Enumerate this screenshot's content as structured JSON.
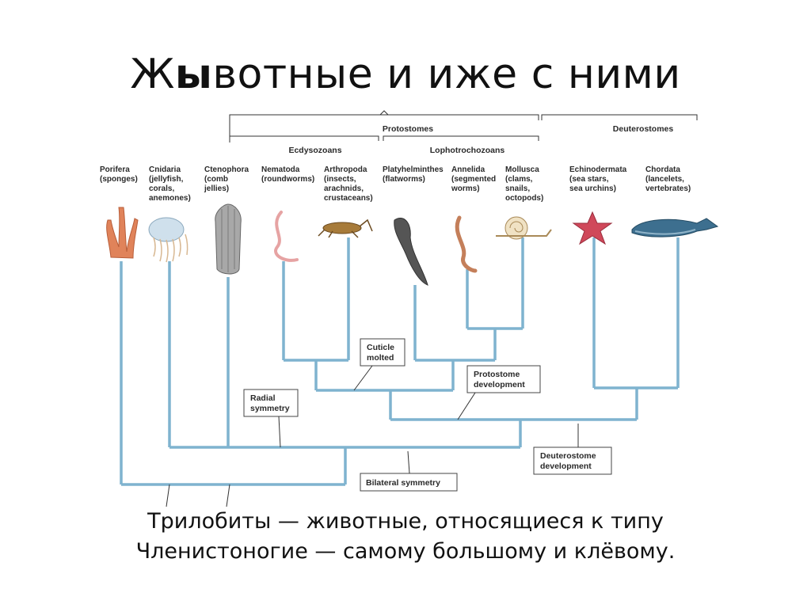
{
  "title": {
    "part1": "Ж",
    "part2": "ы",
    "part3": "вотные и иже с ними"
  },
  "caption": {
    "line1": "Трилобиты — животные, относящиеся к типу",
    "line2": "Членистоногие — самому большому и клёвому."
  },
  "groups": {
    "protostomes": "Protostomes",
    "deuterostomes": "Deuterostomes",
    "ecdysozoans": "Ecdysozoans",
    "lophotrochozoans": "Lophotrochozoans"
  },
  "taxa": [
    {
      "name": "Porifera",
      "lines": [
        "(sponges)"
      ]
    },
    {
      "name": "Cnidaria",
      "lines": [
        "(jellyfish,",
        "corals,",
        "anemones)"
      ]
    },
    {
      "name": "Ctenophora",
      "lines": [
        "(comb",
        "jellies)"
      ]
    },
    {
      "name": "Nematoda",
      "lines": [
        "(roundworms)"
      ]
    },
    {
      "name": "Arthropoda",
      "lines": [
        "(insects,",
        "arachnids,",
        "crustaceans)"
      ]
    },
    {
      "name": "Platyhelminthes",
      "lines": [
        "(flatworms)"
      ]
    },
    {
      "name": "Annelida",
      "lines": [
        "(segmented",
        "worms)"
      ]
    },
    {
      "name": "Mollusca",
      "lines": [
        "(clams,",
        "snails,",
        "octopods)"
      ]
    },
    {
      "name": "Echinodermata",
      "lines": [
        "(sea stars,",
        "sea urchins)"
      ]
    },
    {
      "name": "Chordata",
      "lines": [
        "(lancelets,",
        "vertebrates)"
      ]
    }
  ],
  "callouts": {
    "cuticle": [
      "Cuticle",
      "molted"
    ],
    "protostome_dev": [
      "Protostome",
      "development"
    ],
    "radial": [
      "Radial",
      "symmetry"
    ],
    "deuterostome_dev": [
      "Deuterostome",
      "development"
    ],
    "bilateral": "Bilateral symmetry"
  },
  "colors": {
    "tree": "#7fb3cf",
    "sponge": "#e0835a",
    "jelly": "#d8b892",
    "worm": "#e6a3a3",
    "starfish": "#d0485a",
    "whale": "#3d6f8f"
  }
}
